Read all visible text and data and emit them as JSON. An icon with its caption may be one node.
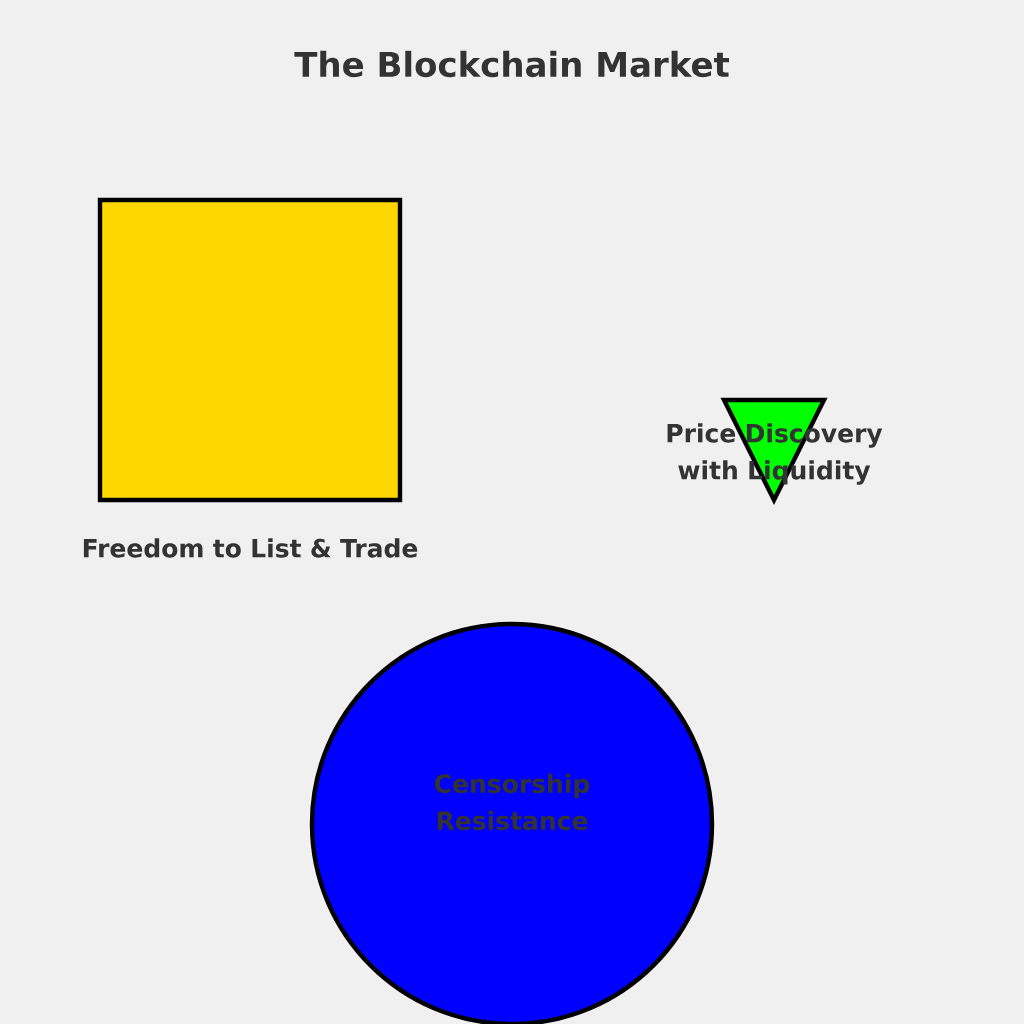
{
  "diagram": {
    "title": "The Blockchain Market",
    "nodes": [
      {
        "text": [
          "Freedom to List & Trade"
        ]
      },
      {
        "text": [
          "Price Discovery with Liquidity"
        ]
      },
      {
        "text": [
          "Censorship Resistance"
        ]
      }
    ]
  }
}
